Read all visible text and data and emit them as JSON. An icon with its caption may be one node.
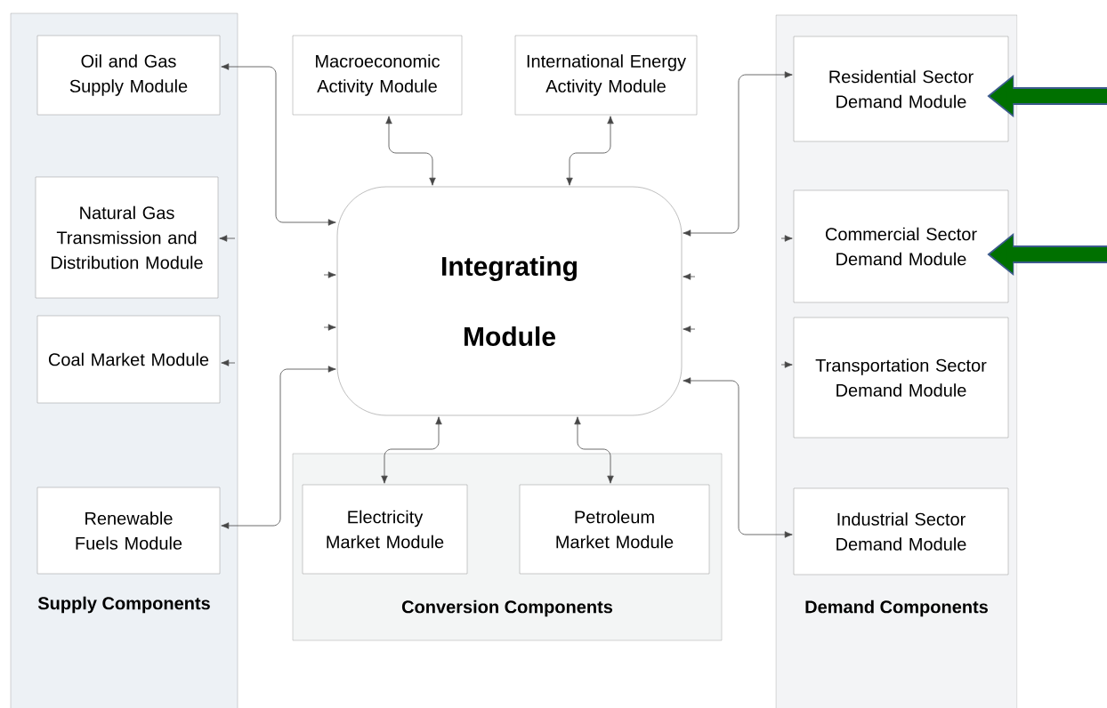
{
  "diagram": {
    "nodes": [
      {
        "text": [
          "Supply Components"
        ]
      },
      {
        "text": [
          "Oil and Gas Supply Module"
        ],
        "in": 0
      },
      {
        "text": [
          "Natural Gas Transmission and Distribution Module"
        ],
        "in": 0
      },
      {
        "text": [
          "Coal Market Module"
        ],
        "in": 0
      },
      {
        "text": [
          "Renewable Fuels Module"
        ],
        "in": 0
      },
      {
        "text": [
          "Macroeconomic Activity Module"
        ]
      },
      {
        "text": [
          "International Energy Activity Module"
        ]
      },
      {
        "text": [
          "Integrating Module"
        ]
      },
      {
        "text": [
          "Conversion Components"
        ]
      },
      {
        "text": [
          "Electricity Market Module"
        ],
        "in": 8
      },
      {
        "text": [
          "Petroleum Market Module"
        ],
        "in": 8
      },
      {
        "text": [
          "Demand Components"
        ]
      },
      {
        "text": [
          "Residential Sector Demand Module"
        ],
        "in": 11
      },
      {
        "text": [
          "Commercial Sector Demand Module"
        ],
        "in": 11
      },
      {
        "text": [
          "Transportation Sector Demand Module"
        ],
        "in": 11
      },
      {
        "text": [
          "Industrial Sector Demand Module"
        ],
        "in": 11
      }
    ],
    "edges": [
      {
        "from": 1,
        "to": 7,
        "arrow": "both"
      },
      {
        "from": 5,
        "to": 7,
        "arrow": "both"
      },
      {
        "from": 6,
        "to": 7,
        "arrow": "both"
      },
      {
        "from": 12,
        "to": 7,
        "arrow": "both"
      },
      {
        "from": 4,
        "to": 7,
        "arrow": "both"
      },
      {
        "from": 9,
        "to": 7,
        "arrow": "both"
      },
      {
        "from": 10,
        "to": 7,
        "arrow": "both"
      },
      {
        "from": 15,
        "to": 7,
        "arrow": "both"
      },
      {
        "from": null,
        "to": 2,
        "arrow": "to"
      },
      {
        "from": null,
        "to": 3,
        "arrow": "to"
      },
      {
        "from": null,
        "to": 7,
        "arrow": "to"
      },
      {
        "from": null,
        "to": 7,
        "arrow": "to"
      },
      {
        "from": null,
        "to": 7,
        "arrow": "to"
      },
      {
        "from": null,
        "to": 7,
        "arrow": "to"
      },
      {
        "from": null,
        "to": 13,
        "arrow": "to"
      },
      {
        "from": null,
        "to": 14,
        "arrow": "to"
      },
      {
        "from": null,
        "to": 12,
        "arrow": "to",
        "style": "thick",
        "color": "#007000"
      },
      {
        "from": null,
        "to": 13,
        "arrow": "to",
        "style": "thick",
        "color": "#007000"
      }
    ]
  }
}
